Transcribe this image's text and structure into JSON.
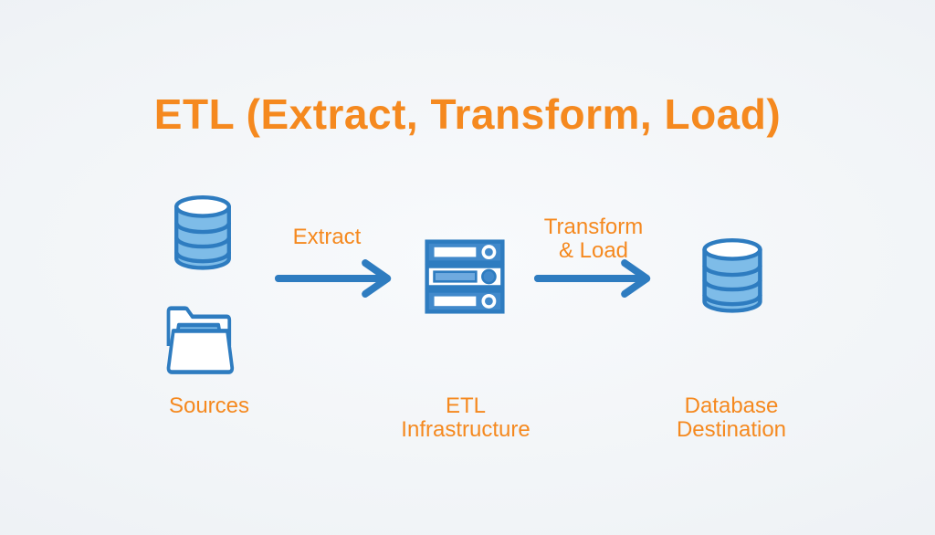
{
  "title": "ETL (Extract, Transform, Load)",
  "colors": {
    "accent_orange": "#F5891F",
    "line_blue": "#2E7CC0",
    "cylinder_fill_blue": "#7EBCE8",
    "server_bay_blue": "#4189CB",
    "background": "#EEF1F5"
  },
  "diagram": {
    "sources": {
      "label": "Sources",
      "icons": [
        "database-icon",
        "folder-icon"
      ]
    },
    "extract": {
      "label": "Extract",
      "icon": "arrow-right-icon"
    },
    "etl_infrastructure": {
      "label_lines": [
        "ETL",
        "Infrastructure"
      ],
      "icon": "server-icon"
    },
    "transform_load": {
      "label_lines": [
        "Transform",
        "& Load"
      ],
      "icon": "arrow-right-icon"
    },
    "database_destination": {
      "label_lines": [
        "Database",
        "Destination"
      ],
      "icon": "database-icon"
    }
  }
}
